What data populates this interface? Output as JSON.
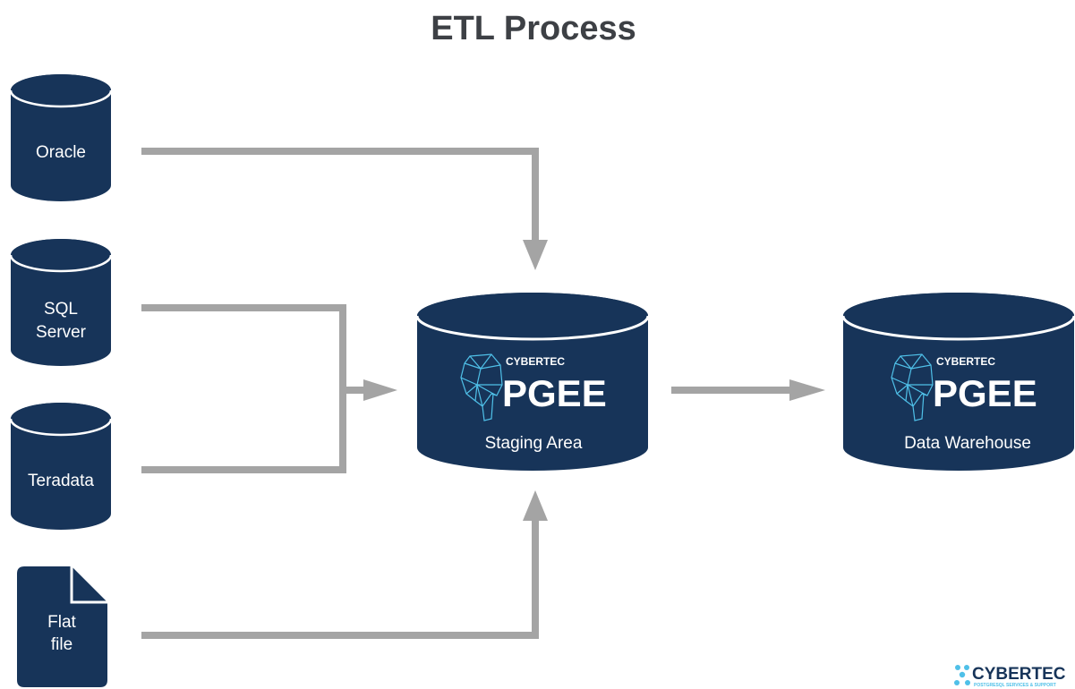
{
  "title": "ETL Process",
  "sources": [
    {
      "label_lines": [
        "Oracle"
      ]
    },
    {
      "label_lines": [
        "SQL",
        "Server"
      ]
    },
    {
      "label_lines": [
        "Teradata"
      ]
    },
    {
      "label_lines": [
        "Flat",
        "file"
      ]
    }
  ],
  "staging": {
    "label": "Staging Area"
  },
  "warehouse": {
    "label": "Data Warehouse"
  },
  "product_logo": {
    "brand": "CYBERTEC",
    "product": "PGEE"
  },
  "footer_logo": {
    "brand": "CYBERTEC",
    "tagline": "POSTGRESQL SERVICES & SUPPORT"
  },
  "colors": {
    "node": "#173459",
    "arrow": "#a4a4a4",
    "title": "#3d4045",
    "elephant": "#4fc0e8",
    "footer_brand": "#173459",
    "footer_tag": "#4fc0e8",
    "footer_dots": "#4fc0e8"
  }
}
